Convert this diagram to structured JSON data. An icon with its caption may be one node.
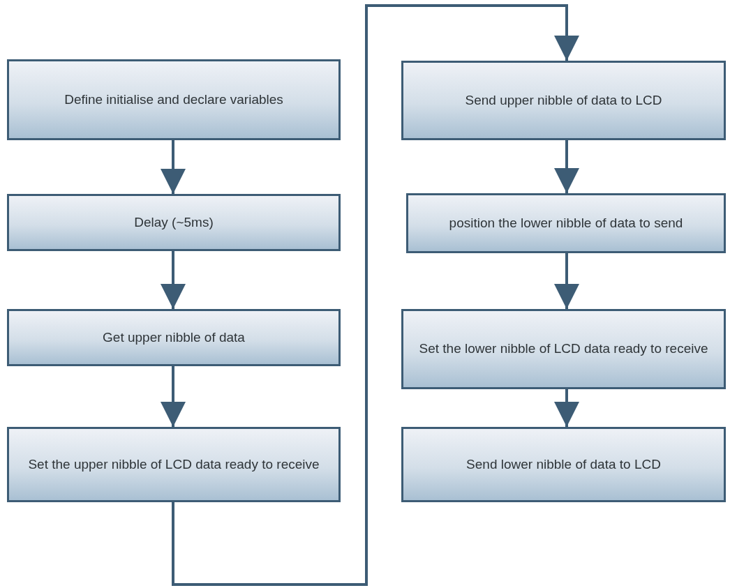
{
  "diagram": {
    "nodes": [
      {
        "text": [
          "Define initialise and declare variables"
        ]
      },
      {
        "text": [
          "Delay (~5ms)"
        ]
      },
      {
        "text": [
          "Get upper nibble of data"
        ]
      },
      {
        "text": [
          "Set the upper nibble of LCD data ready to receive"
        ]
      },
      {
        "text": [
          "Send upper nibble of data to LCD"
        ]
      },
      {
        "text": [
          "position the lower nibble of data to send"
        ]
      },
      {
        "text": [
          "Set the lower nibble of LCD data ready to receive"
        ]
      },
      {
        "text": [
          "Send lower nibble of data to LCD"
        ]
      }
    ],
    "edges": [
      {
        "from": 0,
        "to": 1,
        "arrow": "to"
      },
      {
        "from": 1,
        "to": 2,
        "arrow": "to"
      },
      {
        "from": 2,
        "to": 3,
        "arrow": "to"
      },
      {
        "from": 3,
        "to": 4,
        "arrow": "to"
      },
      {
        "from": 4,
        "to": 5,
        "arrow": "to"
      },
      {
        "from": 5,
        "to": 6,
        "arrow": "to"
      },
      {
        "from": 6,
        "to": 7,
        "arrow": "to"
      }
    ]
  }
}
